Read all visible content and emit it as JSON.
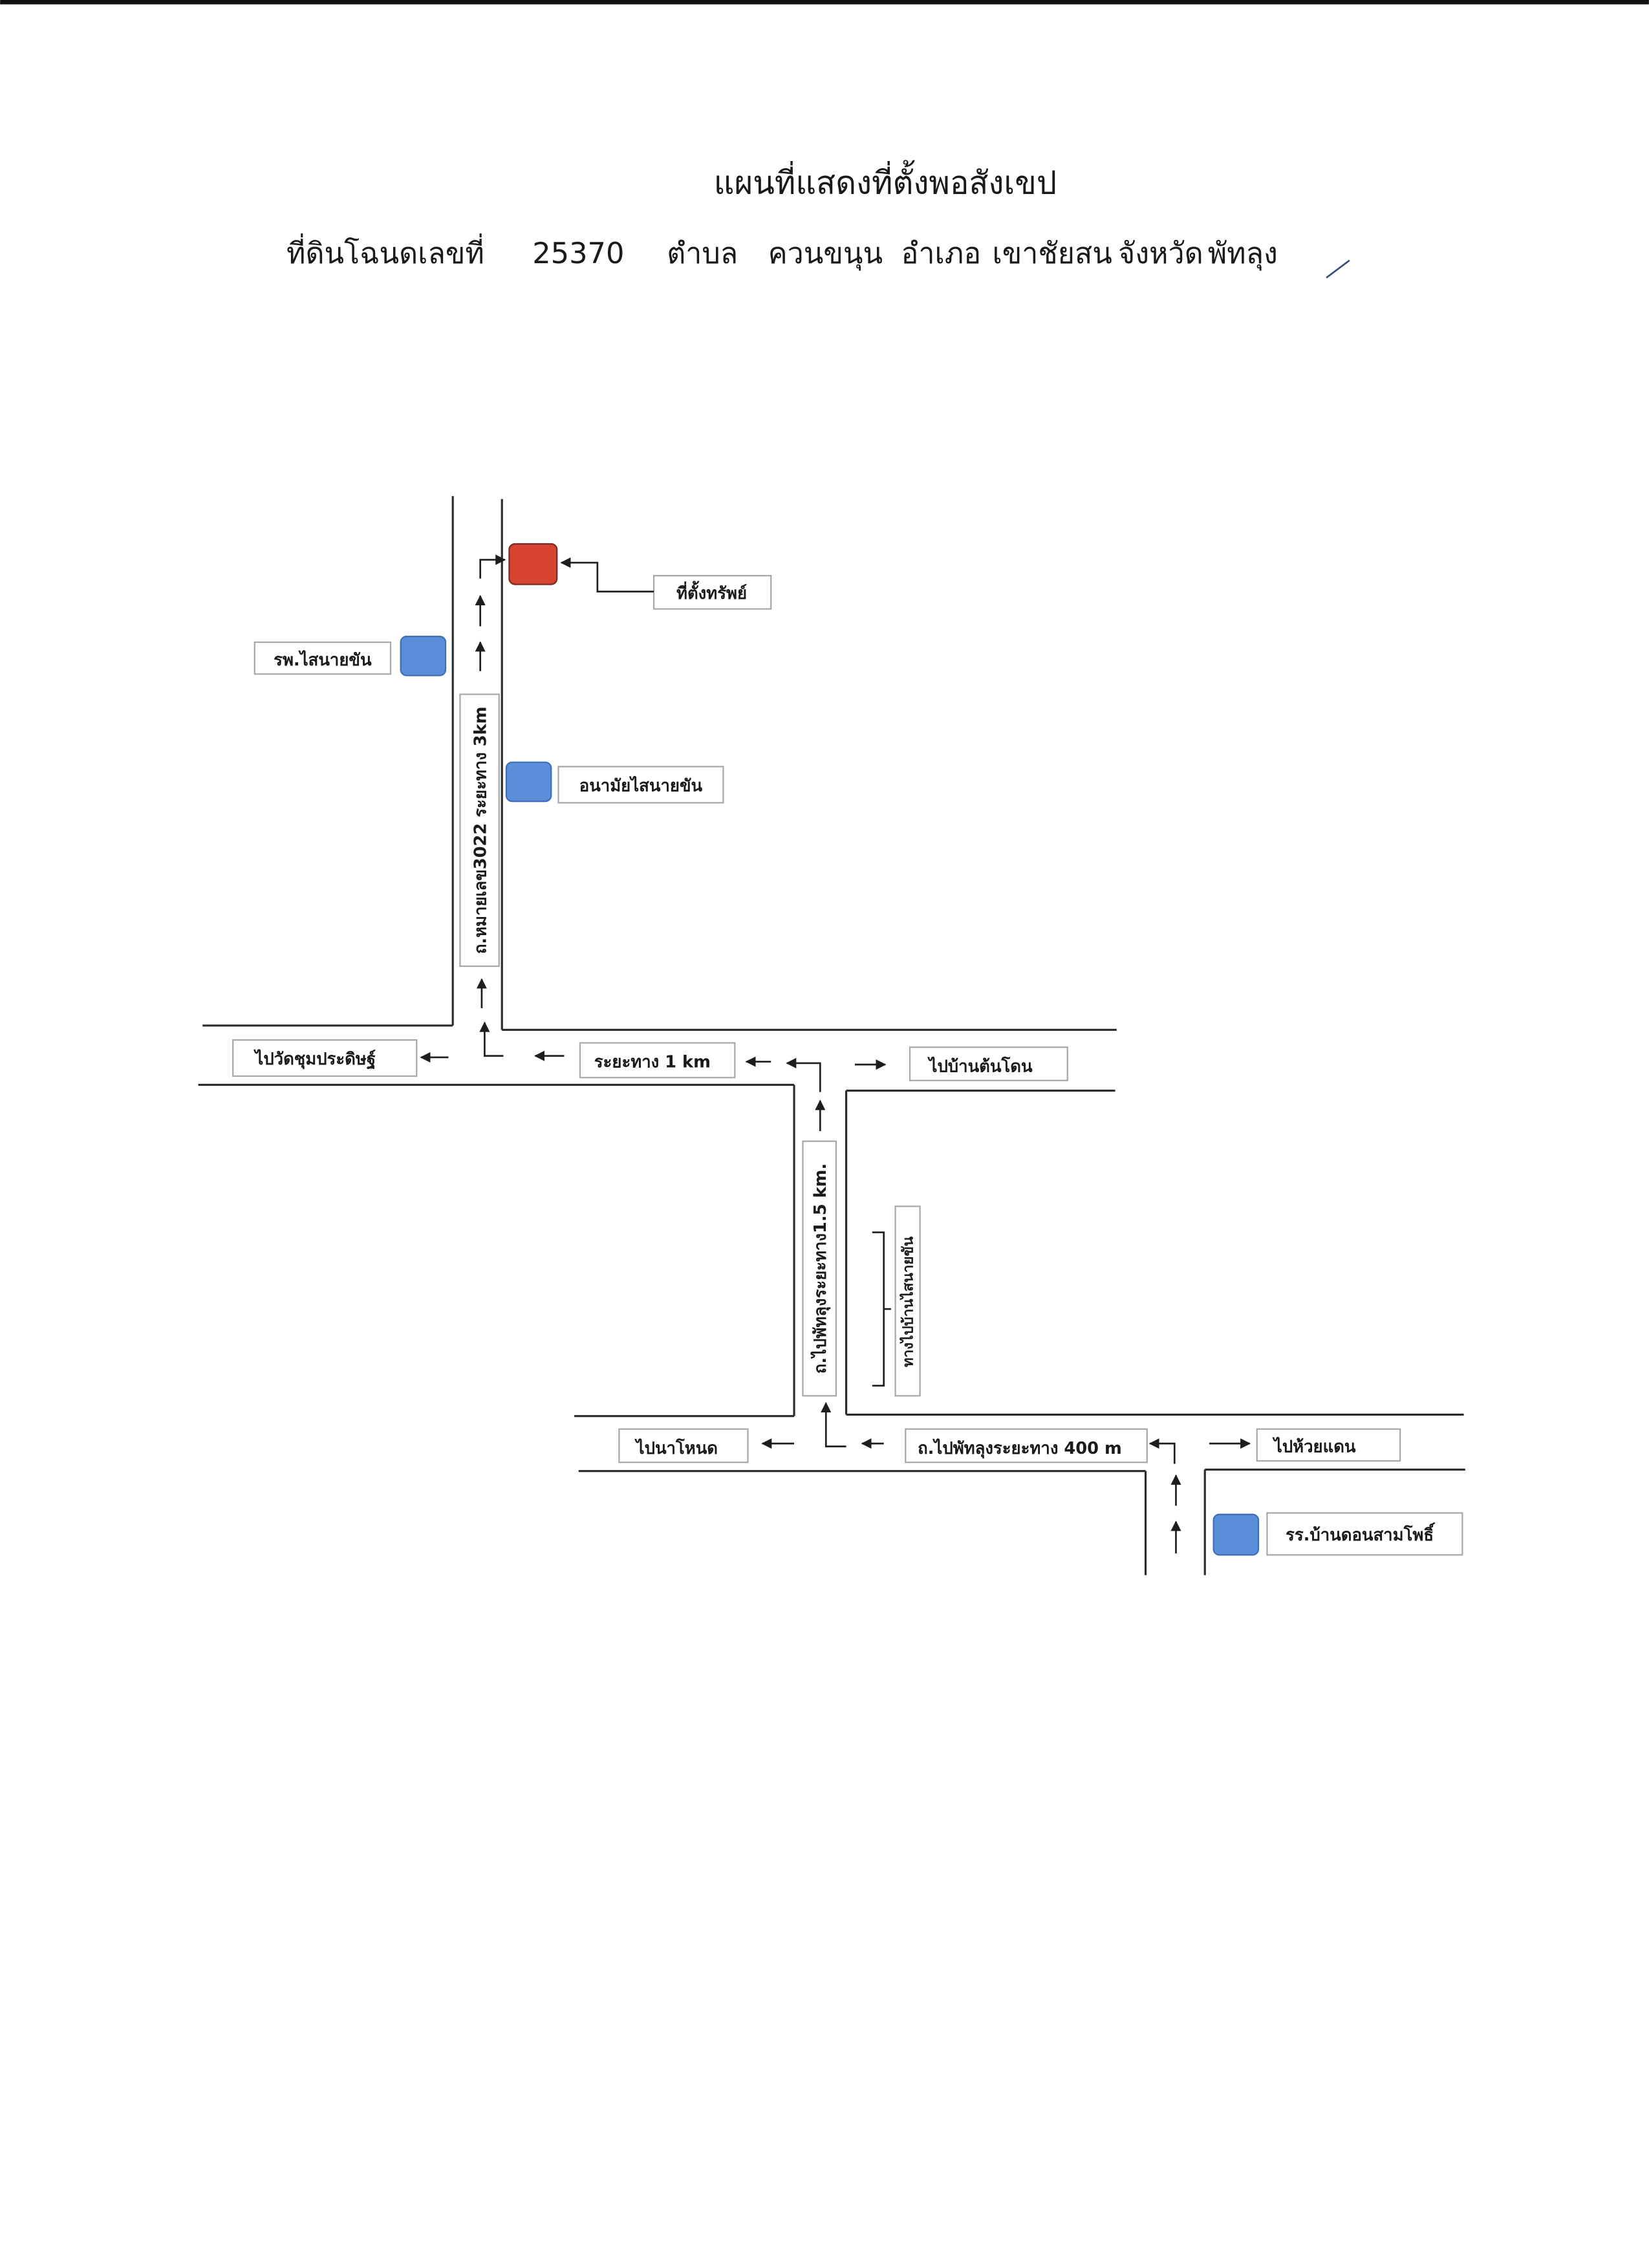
{
  "title": "แผนที่แสดงที่ตั้งพอสังเขป",
  "subtitle": {
    "deed_label": "ที่ดินโฉนดเลขที่",
    "deed_number": "25370",
    "tambon_label": "ตำบล",
    "tambon": "ควนขนุน",
    "amphoe_label": "อำเภอ",
    "amphoe": "เขาชัยสน",
    "province_label": "จังหวัด",
    "province": "พัทลุง"
  },
  "map": {
    "property_label": "ที่ตั้งทรัพย์",
    "hospital_label": "รพ.ไสนายขัน",
    "health_center_label": "อนามัยไสนายขัน",
    "school_label": "รร.บ้านดอนสามโพธิ์",
    "road_3022_label": "ถ.หมายเลข3022 ระยะทาง 3km",
    "road_phatthalung_label": "ถ.ไปพัทลุงระยะทาง1.5 km.",
    "branch_label": "ทางไปบ้านไสนายขัน",
    "to_wat_label": "ไปวัดชุมประดิษฐ์",
    "distance_1km_label": "ระยะทาง 1 km",
    "to_ban_ton_don_label": "ไปบ้านต้นโดน",
    "to_na_not_label": "ไปนาโหนด",
    "road_400m_label": "ถ.ไปพัทลุงระยะทาง 400 m",
    "to_huai_daen_label": "ไปห้วยแดน"
  },
  "colors": {
    "property_marker": "#d64331",
    "landmark_marker": "#5b8ed8"
  }
}
